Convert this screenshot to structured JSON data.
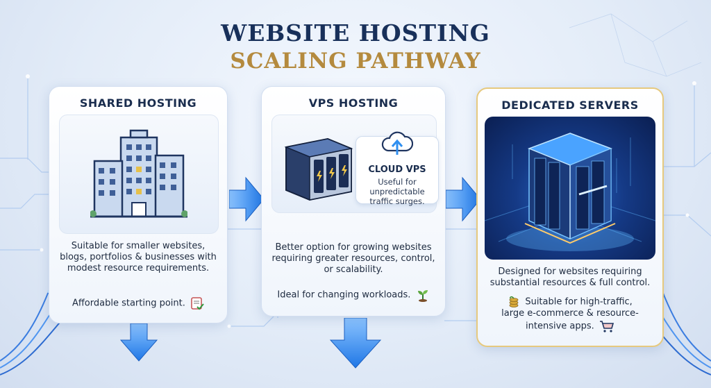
{
  "title": {
    "line1": "WEBSITE HOSTING",
    "line2": "SCALING PATHWAY"
  },
  "colors": {
    "navy": "#18305a",
    "gold": "#b48a3e",
    "arrow_blue": "#2f8ff0",
    "card_border_gold": "#e6c97e"
  },
  "tiers": [
    {
      "title": "SHARED HOSTING",
      "illustration": "office-building-icon",
      "description": "Suitable for smaller websites, blogs, portfolios & businesses with modest resource requirements.",
      "note": "Affordable starting point.",
      "note_icon": "invoice-check-icon"
    },
    {
      "title": "VPS HOSTING",
      "illustration": "server-rack-icon",
      "callout": {
        "label": "CLOUD VPS",
        "text": "Useful for unpredictable traffic surges.",
        "icon": "cloud-upload-icon"
      },
      "description": "Better option for growing websites requiring greater resources, control, or scalability.",
      "note": "Ideal for changing workloads.",
      "note_icon": "sprout-icon"
    },
    {
      "title": "DEDICATED SERVERS",
      "illustration": "dedicated-server-cube-icon",
      "description": "Designed for websites requiring substantial resources & full control.",
      "note": "Suitable for high-traffic, large e-commerce & resource-intensive apps.",
      "note_icon": "shopping-cart-icon"
    }
  ]
}
